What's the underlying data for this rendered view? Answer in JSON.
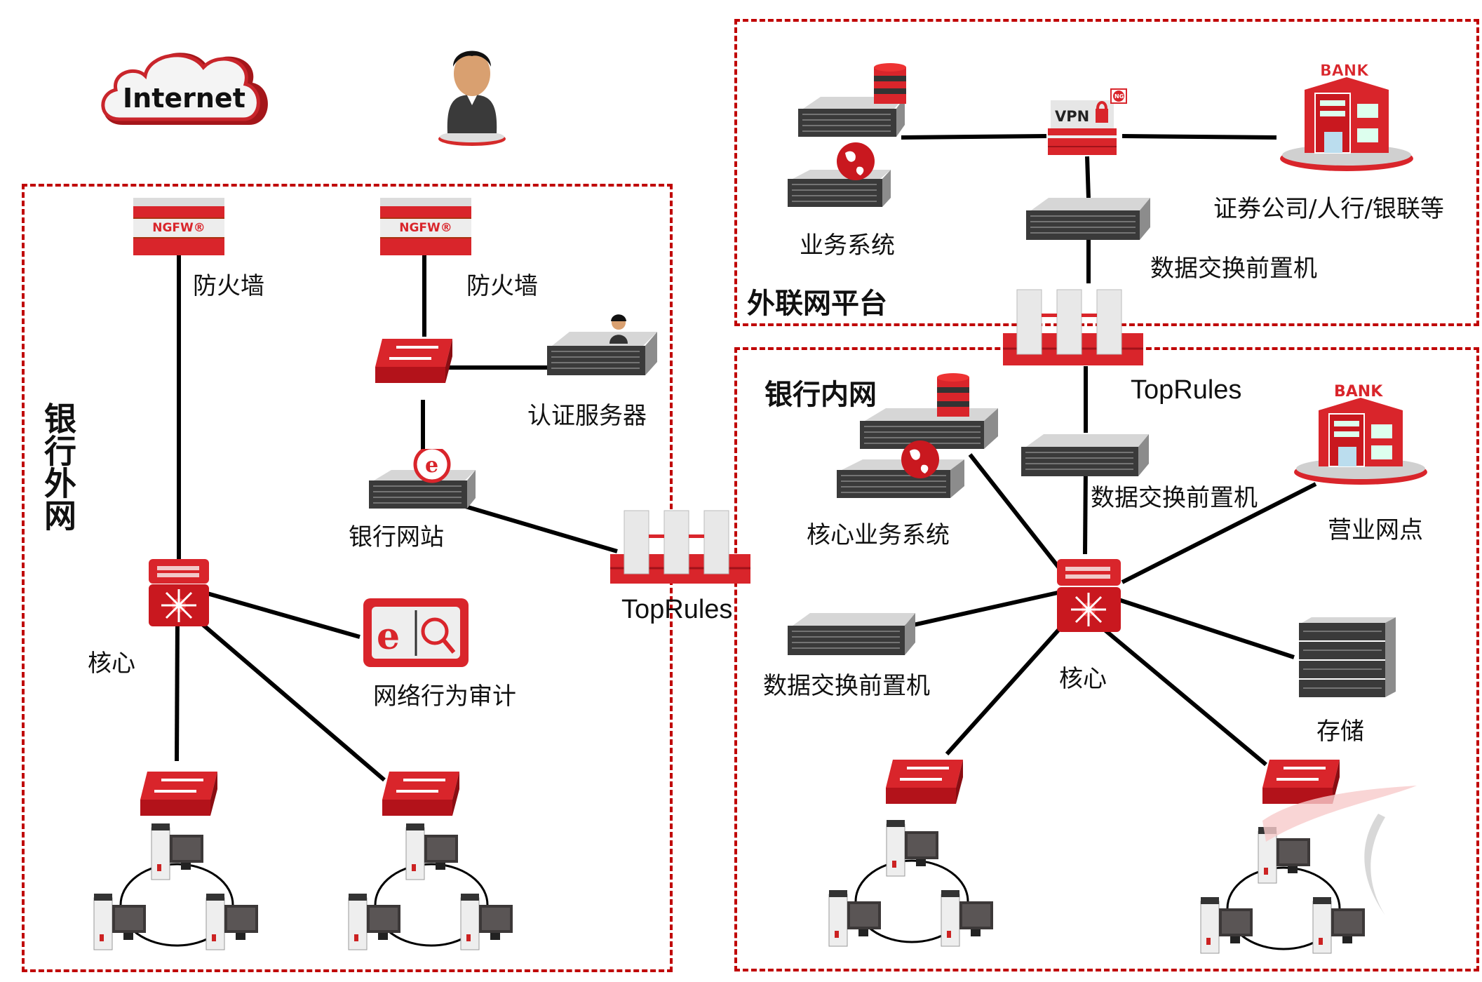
{
  "diagram": {
    "zones": {
      "external": {
        "title": "银行外网"
      },
      "extranet": {
        "title": "外联网平台"
      },
      "internal": {
        "title": "银行内网"
      }
    },
    "top": {
      "internet_label": "Internet"
    },
    "external": {
      "fw1_brand": "NGFW®",
      "fw1_label": "防火墙",
      "fw2_brand": "NGFW®",
      "fw2_label": "防火墙",
      "auth_server_label": "认证服务器",
      "website_label": "银行网站",
      "core_label": "核心",
      "audit_label": "网络行为审计",
      "toprules_label": "TopRules"
    },
    "extranet": {
      "business_system_label": "业务系统",
      "vpn_text": "VPN",
      "vpn_badge": "NG",
      "bank_sign": "BANK",
      "partners_label": "证券公司/人行/银联等",
      "exchange_label": "数据交换前置机",
      "toprules_label": "TopRules"
    },
    "internal": {
      "core_business_label": "核心业务系统",
      "exchange_top_label": "数据交换前置机",
      "exchange_left_label": "数据交换前置机",
      "core_label": "核心",
      "branch_label": "营业网点",
      "bank_sign": "BANK",
      "storage_label": "存储"
    },
    "colors": {
      "accent_red": "#c00000",
      "device_red": "#d9252b",
      "line": "#000000"
    }
  }
}
